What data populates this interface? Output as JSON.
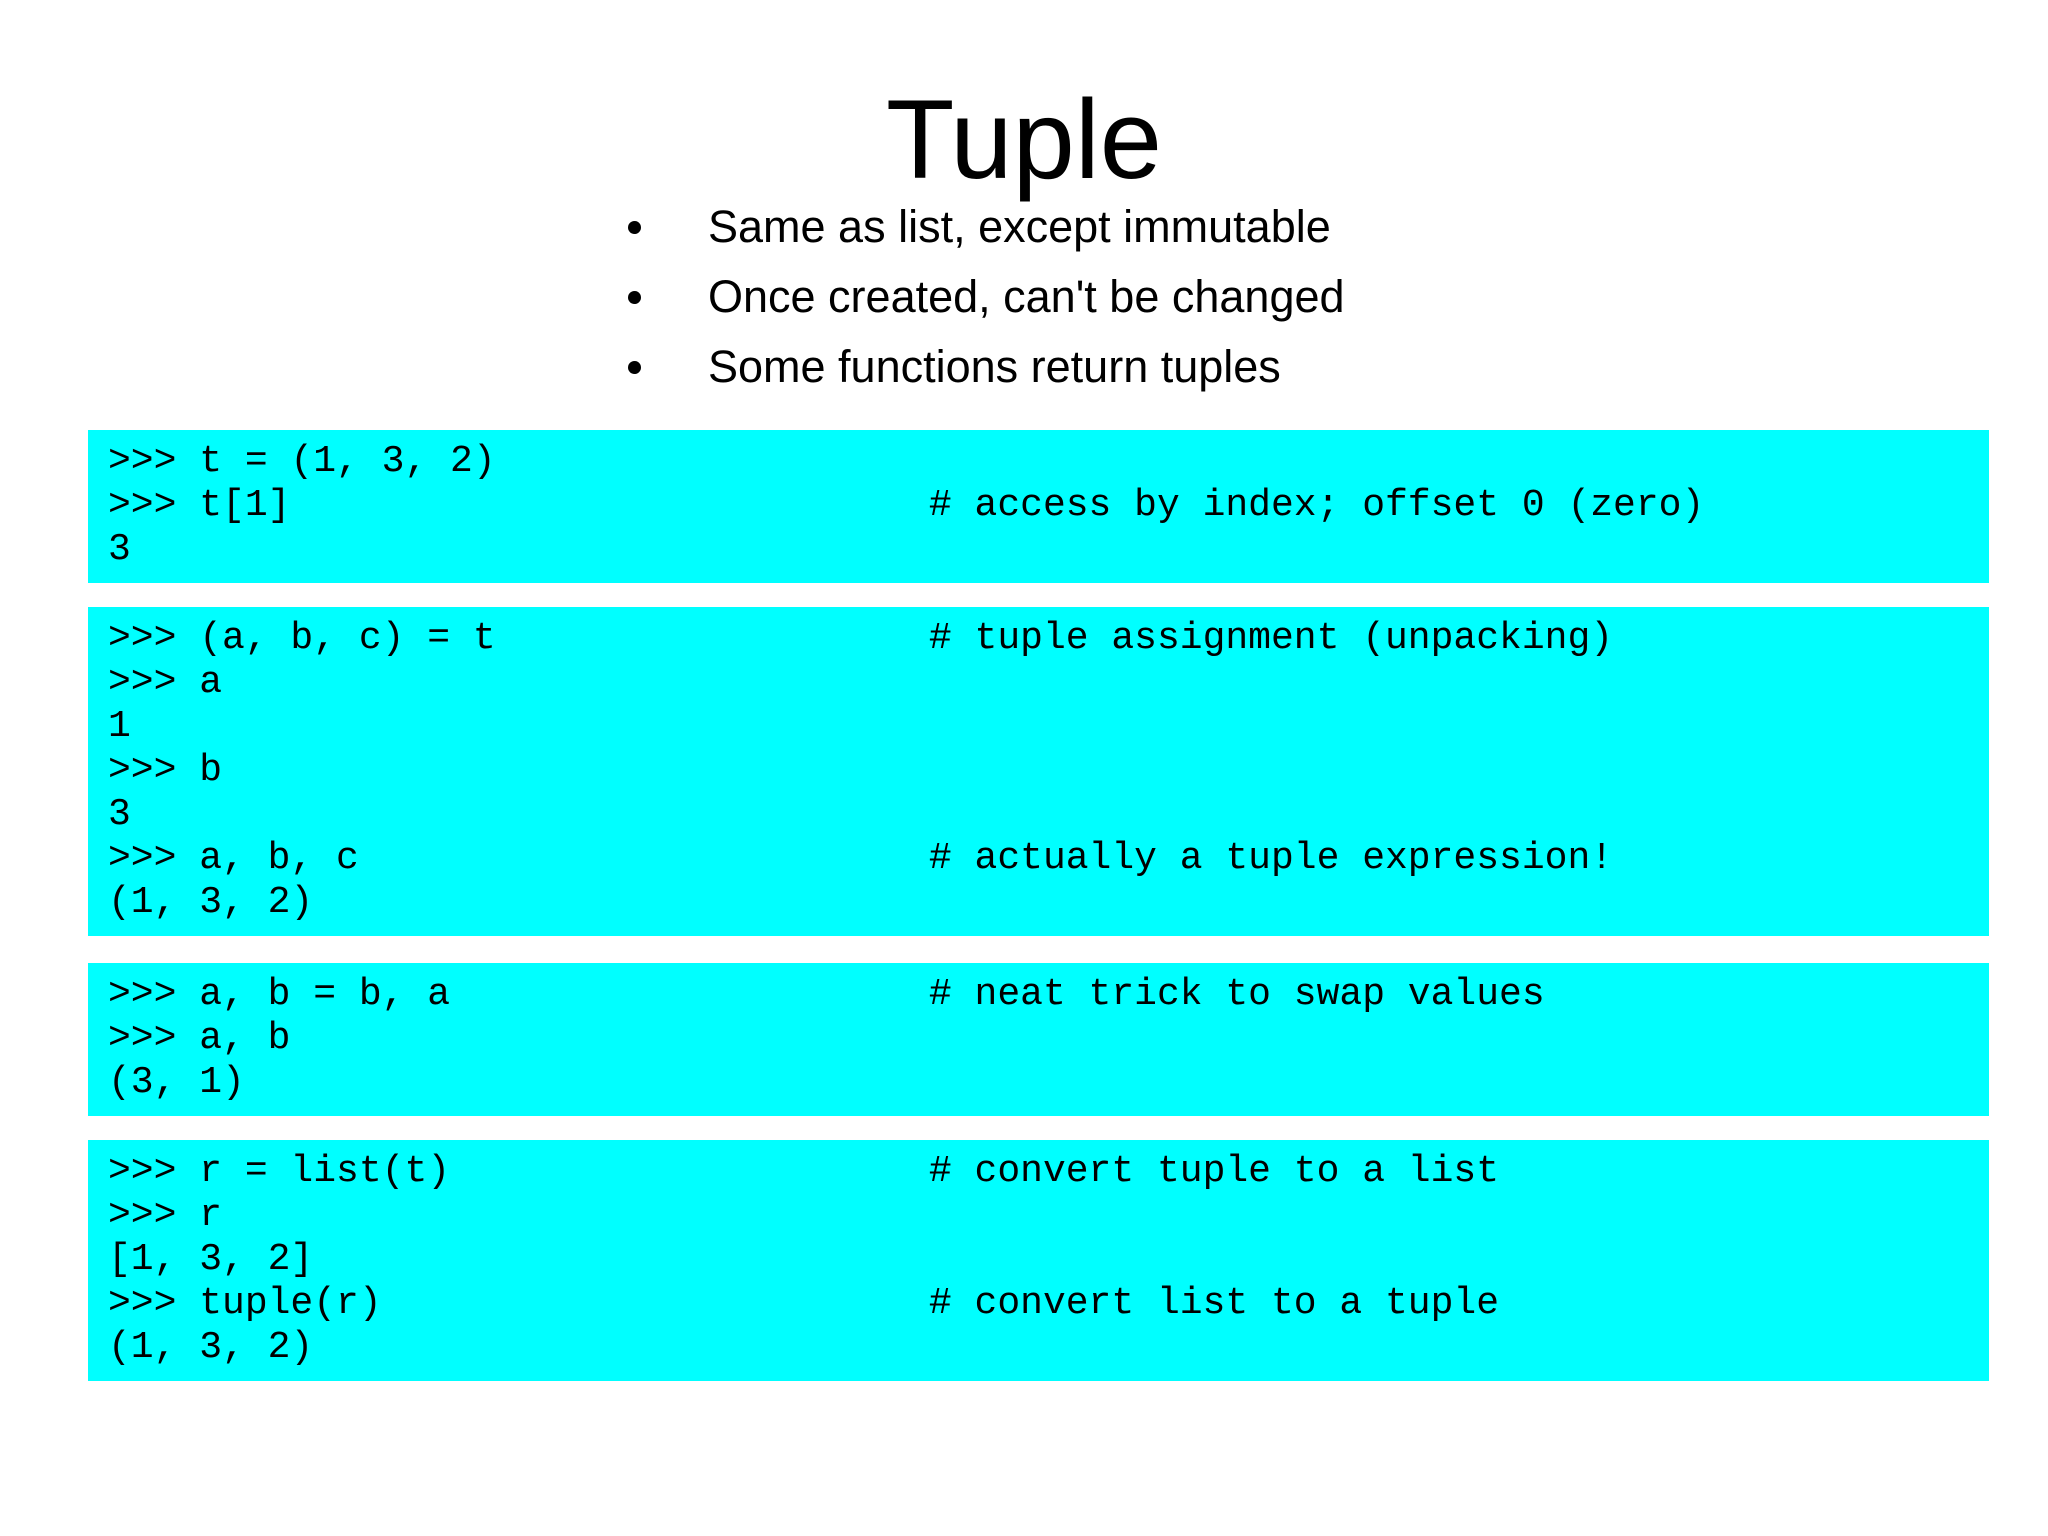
{
  "slide": {
    "title": "Tuple",
    "bullets": [
      "Same as list, except immutable",
      "Once created, can't be changed",
      "Some functions return tuples"
    ],
    "code_blocks": [
      {
        "lines": [
          ">>> t = (1, 3, 2)",
          ">>> t[1]                            # access by index; offset 0 (zero)",
          "3"
        ]
      },
      {
        "lines": [
          ">>> (a, b, c) = t                   # tuple assignment (unpacking)",
          ">>> a",
          "1",
          ">>> b",
          "3",
          ">>> a, b, c                         # actually a tuple expression!",
          "(1, 3, 2)"
        ]
      },
      {
        "lines": [
          ">>> a, b = b, a                     # neat trick to swap values",
          ">>> a, b",
          "(3, 1)"
        ]
      },
      {
        "lines": [
          ">>> r = list(t)                     # convert tuple to a list",
          ">>> r",
          "[1, 3, 2]",
          ">>> tuple(r)                        # convert list to a tuple",
          "(1, 3, 2)"
        ]
      }
    ],
    "colors": {
      "page_background": "#ffffff",
      "code_background": "#00ffff",
      "text": "#000000"
    }
  }
}
